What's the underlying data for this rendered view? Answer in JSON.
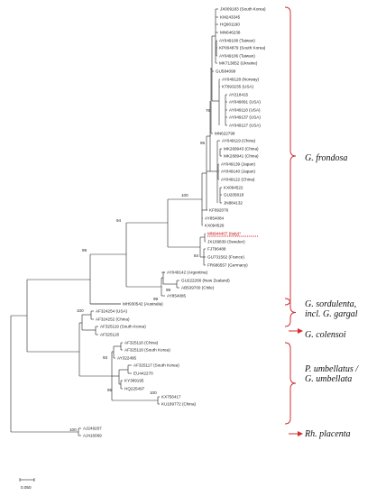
{
  "tips": [
    {
      "label": "JX009183 (South Korea)"
    },
    {
      "label": "KM243345"
    },
    {
      "label": "HQ901190"
    },
    {
      "label": "MN646238"
    },
    {
      "label": "AY049108 (Taiwan)"
    },
    {
      "label": "KP004879 (South Korea)"
    },
    {
      "label": "AY049106 (Taiwan)"
    },
    {
      "label": "MK713852 (Ukraine)"
    },
    {
      "label": "GU584099"
    },
    {
      "label": "AY049128 (Norway)"
    },
    {
      "label": "KT693235 (USA)"
    },
    {
      "label": "AY218415"
    },
    {
      "label": "AY049091 (USA)"
    },
    {
      "label": "AY049118 (USA)"
    },
    {
      "label": "AY049137 (USA)"
    },
    {
      "label": "AY049127 (USA)"
    },
    {
      "label": "MN622798"
    },
    {
      "label": "AY049119 (China)"
    },
    {
      "label": "MK269943 (China)"
    },
    {
      "label": "MK268941 (China)"
    },
    {
      "label": "AY049139 (Japan)"
    },
    {
      "label": "AY049140 (Japan)"
    },
    {
      "label": "AY049122 (China)"
    },
    {
      "label": "KX094522"
    },
    {
      "label": "GU205818"
    },
    {
      "label": "JN884132"
    },
    {
      "label": "KF692076"
    },
    {
      "label": "AY854084"
    },
    {
      "label": "KX094526"
    },
    {
      "label": "MN944407 (Italy)*",
      "highlight": true
    },
    {
      "label": "JX109839 (Sweden)"
    },
    {
      "label": "FJ796488"
    },
    {
      "label": "GU731562 (France)"
    },
    {
      "label": "FR686557 (Germany)"
    },
    {
      "label": "AY049142 (Argentina)"
    },
    {
      "label": "GU222266 (New Zealand)"
    },
    {
      "label": "AB539700 (Chile)"
    },
    {
      "label": "AY854085"
    },
    {
      "label": "MH930542 (Australia)"
    },
    {
      "label": "AF324254 (USA)"
    },
    {
      "label": "AF324252 (China)"
    },
    {
      "label": "AF325119 (South Korea)"
    },
    {
      "label": "AF325120"
    },
    {
      "label": "AF325116 (China)"
    },
    {
      "label": "AF325118 (South Korea)"
    },
    {
      "label": "AY322495"
    },
    {
      "label": "AF325117 (South Korea)"
    },
    {
      "label": "EU442270"
    },
    {
      "label": "KY389195"
    },
    {
      "label": "HQ225497"
    },
    {
      "label": "KX756417"
    },
    {
      "label": "KU189772 (China)"
    },
    {
      "label": "AJ249267"
    },
    {
      "label": "AJ416069"
    }
  ],
  "bootstrap": [
    "76",
    "95",
    "100",
    "84",
    "94",
    "99",
    "99",
    "99",
    "100",
    "93",
    "95",
    "100",
    "100"
  ],
  "clades": [
    {
      "lines": [
        "G. frondosa"
      ]
    },
    {
      "lines": [
        "G. sordulenta,",
        "incl. G. gargal"
      ]
    },
    {
      "lines": [
        "G. colensoi"
      ]
    },
    {
      "lines": [
        "P. umbellatus /",
        "G. umbellata"
      ]
    },
    {
      "lines": [
        "Rh. placenta"
      ]
    }
  ],
  "scale": {
    "label": "0.050"
  },
  "colors": {
    "brace": "#d03030",
    "highlight": "#c00000",
    "branch": "#222222"
  }
}
